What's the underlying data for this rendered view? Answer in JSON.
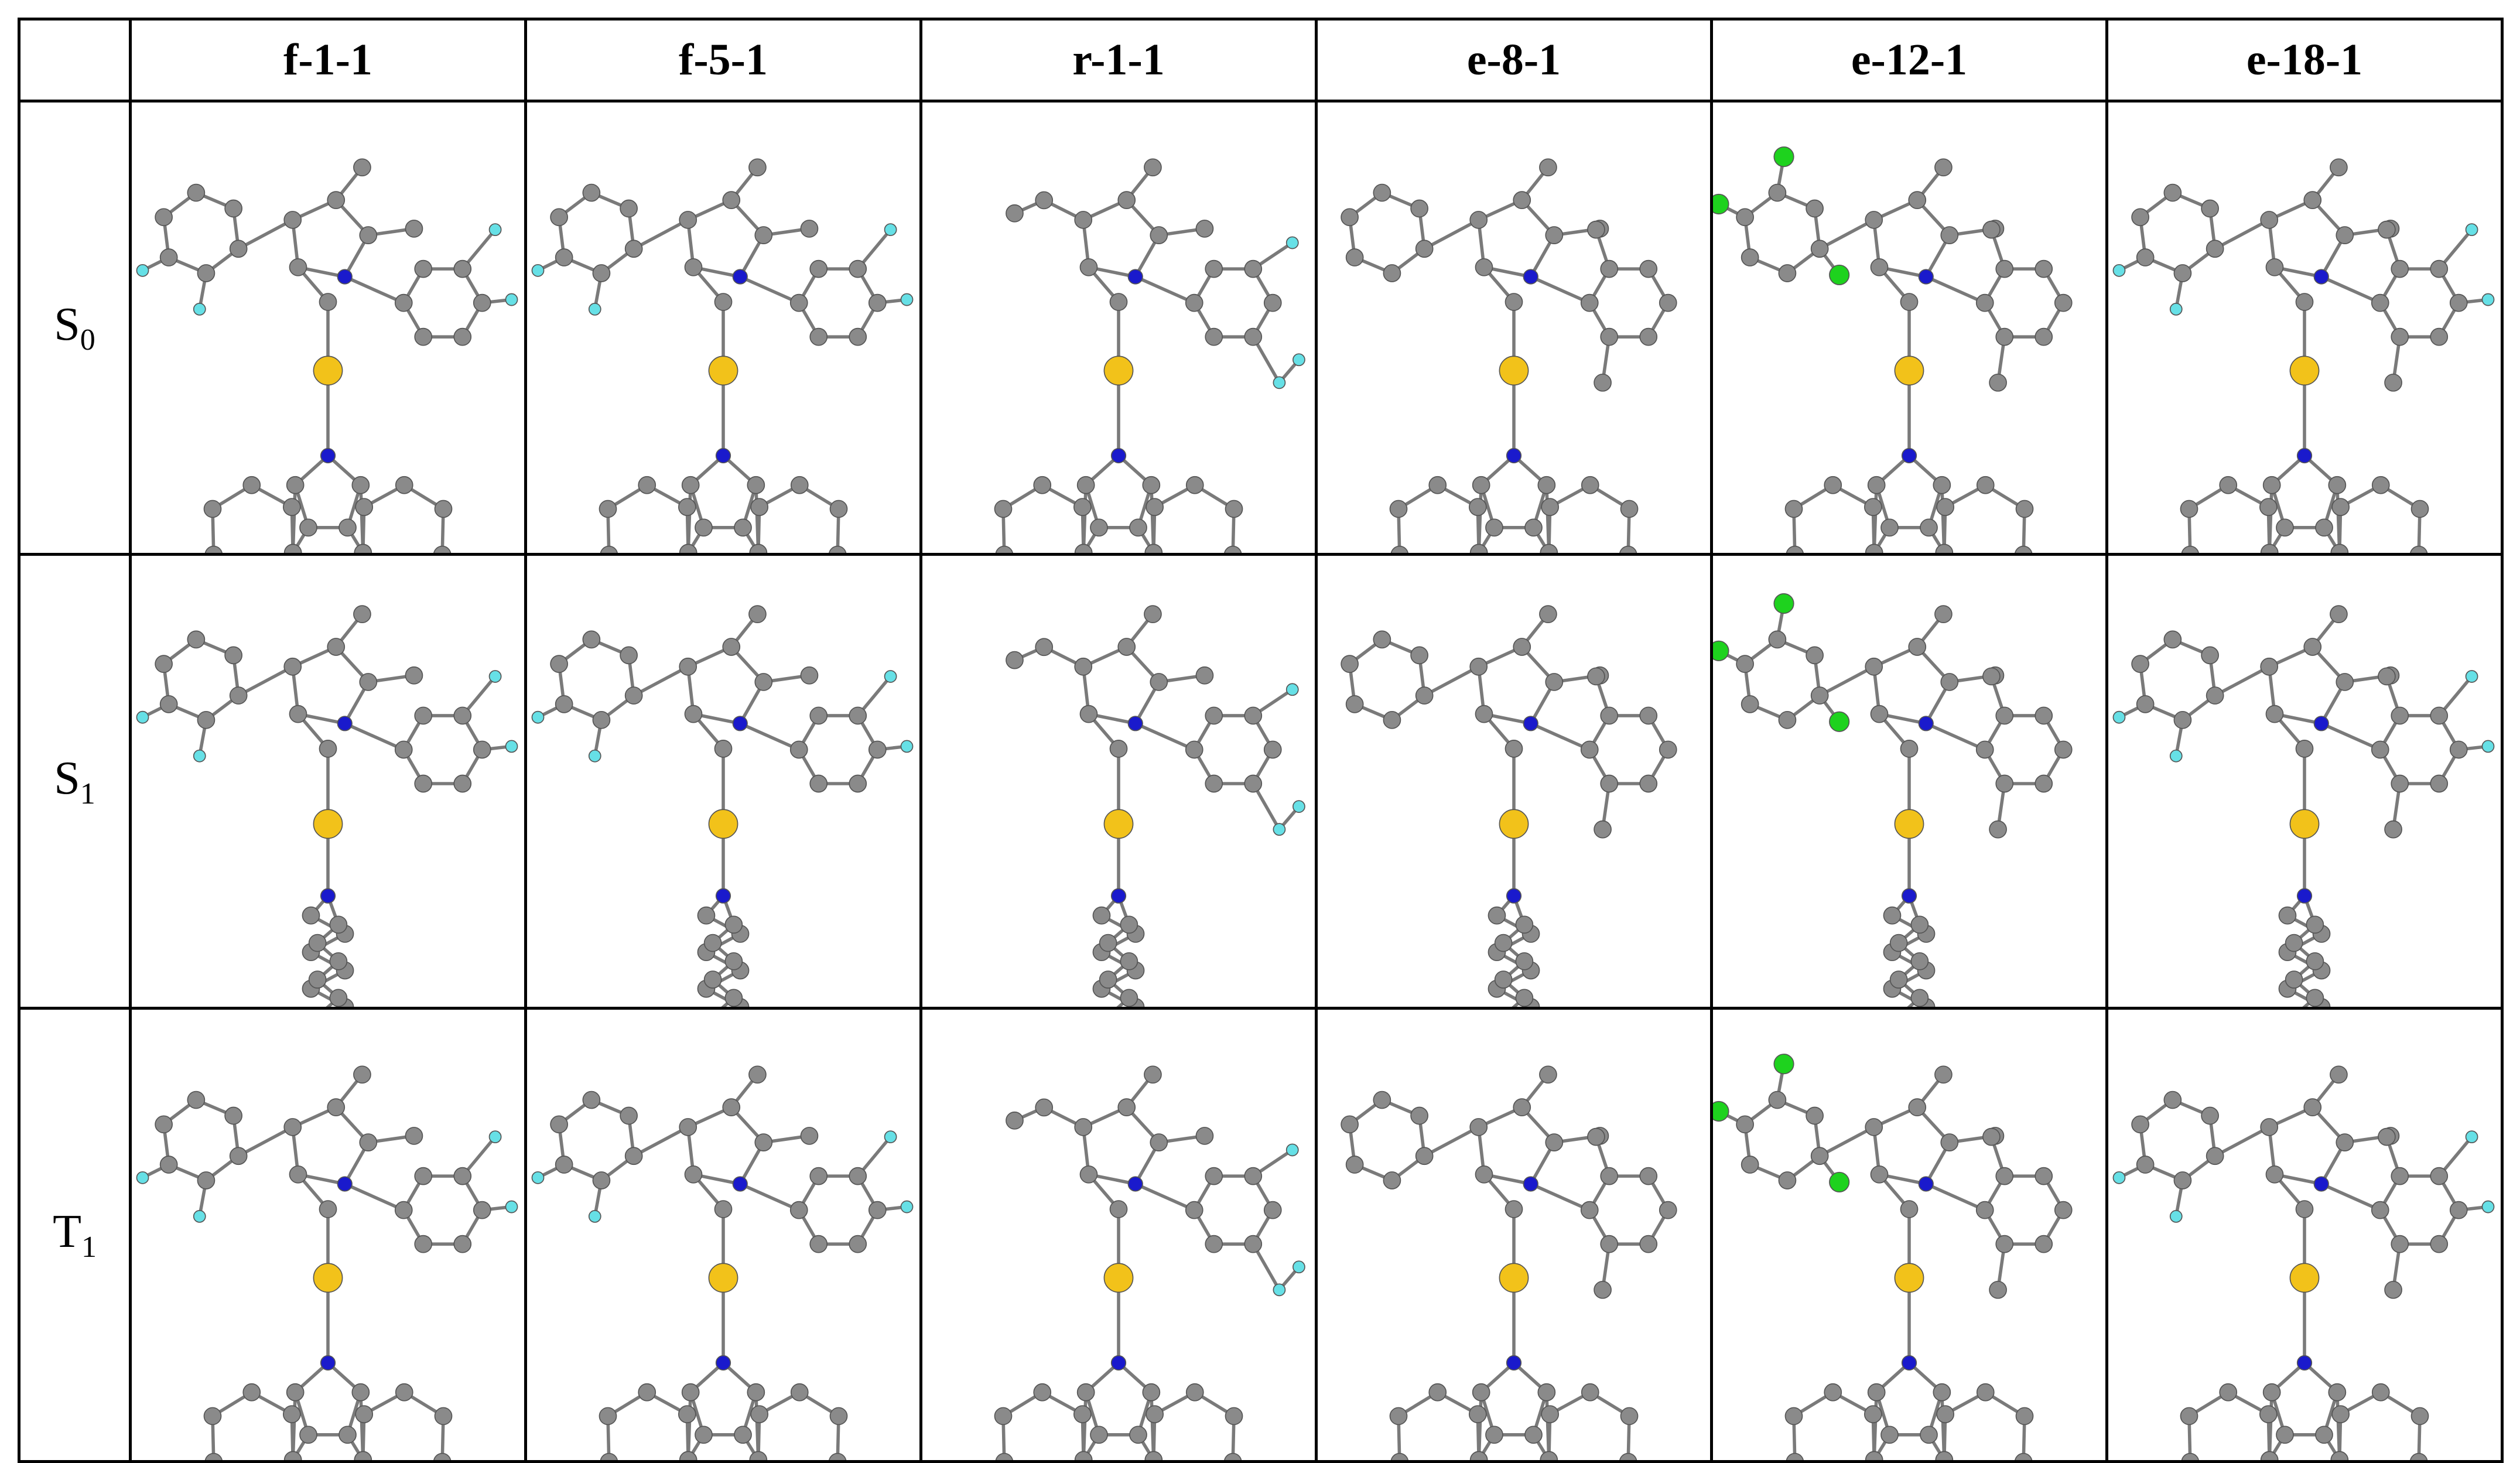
{
  "table": {
    "corner": "",
    "columns": [
      "f-1-1",
      "f-5-1",
      "r-1-1",
      "e-8-1",
      "e-12-1",
      "e-18-1"
    ],
    "rows": [
      {
        "state": "S",
        "subscript": "0"
      },
      {
        "state": "S",
        "subscript": "1"
      },
      {
        "state": "T",
        "subscript": "1"
      }
    ]
  },
  "colors": {
    "carbon": "#8a8a8a",
    "nitrogen": "#1a1acc",
    "sulfur": "#f2c21a",
    "fluorine": "#66e0e6",
    "chlorine": "#1ed21e",
    "bond": "#7a7a7a",
    "border": "#000000"
  }
}
